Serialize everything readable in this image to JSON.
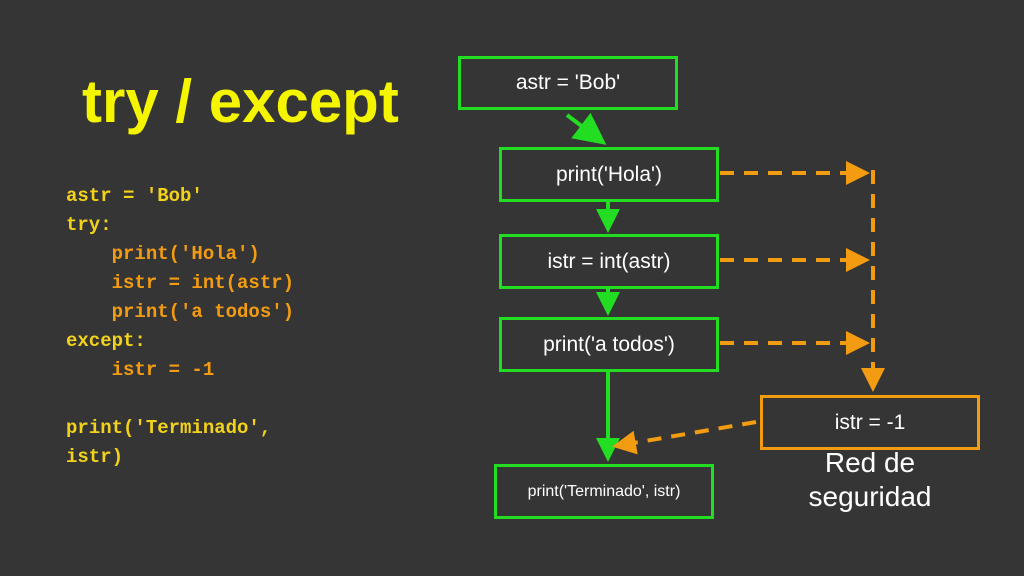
{
  "title": "try / except",
  "code": {
    "lines": [
      {
        "text": "astr = 'Bob'",
        "style": "kw"
      },
      {
        "text": "try:",
        "style": "kw"
      },
      {
        "text": "    print('Hola')",
        "style": "body"
      },
      {
        "text": "    istr = int(astr)",
        "style": "body"
      },
      {
        "text": "    print('a todos')",
        "style": "body"
      },
      {
        "text": "except:",
        "style": "kw"
      },
      {
        "text": "    istr = -1",
        "style": "body"
      },
      {
        "text": "",
        "style": "kw"
      },
      {
        "text": "print('Terminado',",
        "style": "kw"
      },
      {
        "text": "istr)",
        "style": "kw"
      }
    ]
  },
  "flow": {
    "astr": "astr = 'Bob'",
    "hola": "print('Hola')",
    "int": "istr = int(astr)",
    "todos": "print('a todos')",
    "terminado": "print('Terminado', istr)",
    "except": "istr = -1",
    "safety_net": "Red de seguridad"
  },
  "colors": {
    "background": "#353535",
    "title": "#f5f500",
    "code_keyword": "#f2d21b",
    "code_body": "#f39c12",
    "normal_flow": "#22dd22",
    "except_flow": "#f39c12",
    "box_text": "#ffffff"
  }
}
